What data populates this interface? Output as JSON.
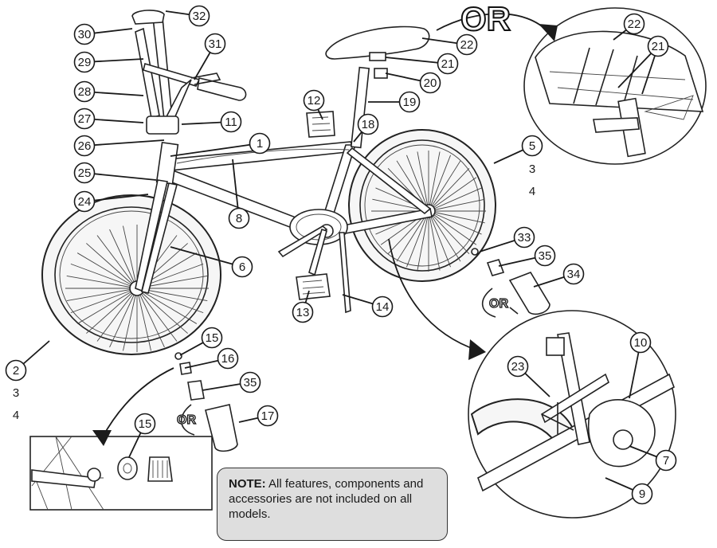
{
  "note": {
    "label": "NOTE:",
    "text": "All features, components and accessories are not included on all models."
  },
  "or_labels": {
    "seat": "OR",
    "pegs_rear": "OR",
    "pegs_front": "OR"
  },
  "callouts": [
    "1",
    "2",
    "3",
    "4",
    "5",
    "6",
    "7",
    "8",
    "9",
    "10",
    "11",
    "12",
    "13",
    "14",
    "15",
    "16",
    "17",
    "18",
    "19",
    "20",
    "21",
    "22",
    "23",
    "24",
    "25",
    "26",
    "27",
    "28",
    "29",
    "30",
    "31",
    "32",
    "33",
    "34",
    "35"
  ],
  "plain_labels": [
    "3",
    "4",
    "3",
    "4"
  ]
}
